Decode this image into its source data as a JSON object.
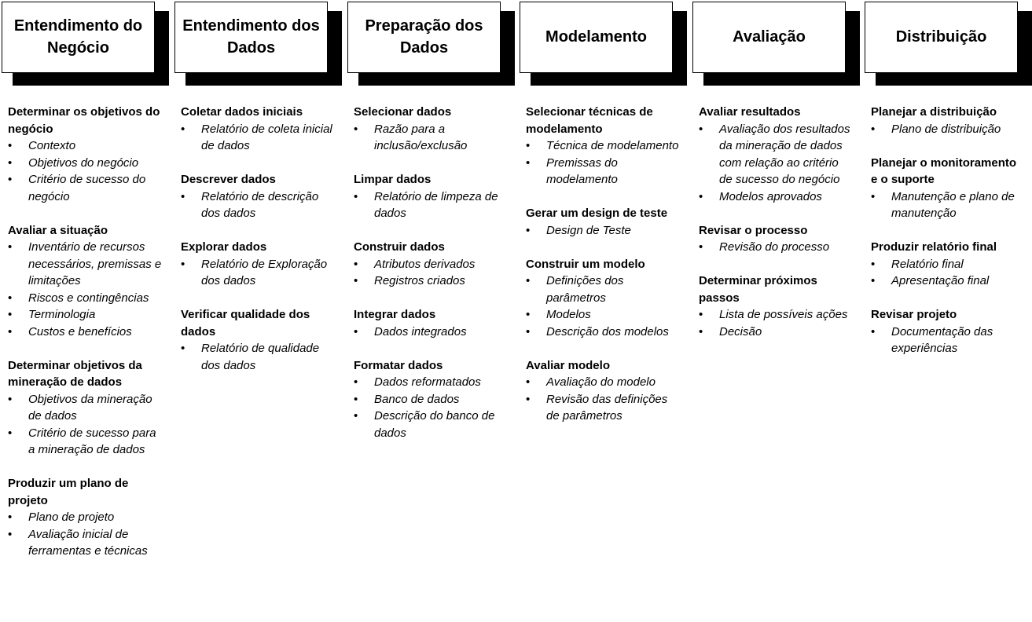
{
  "phases": [
    {
      "title": "Entendimento do Negócio",
      "tasks": [
        {
          "title": "Determinar os objetivos do negócio",
          "outputs": [
            "Contexto",
            "Objetivos do negócio",
            "Critério de sucesso do negócio"
          ]
        },
        {
          "title": "Avaliar a situação",
          "outputs": [
            "Inventário de recursos necessários, premissas e limitações",
            "Riscos e contingências",
            "Terminologia",
            "Custos e benefícios"
          ]
        },
        {
          "title": "Determinar objetivos da mineração de dados",
          "outputs": [
            "Objetivos da mineração de dados",
            "Critério de sucesso para a mineração de dados"
          ]
        },
        {
          "title": "Produzir um plano de projeto",
          "outputs": [
            "Plano de projeto",
            "Avaliação inicial de ferramentas e técnicas"
          ]
        }
      ]
    },
    {
      "title": "Entendimento dos Dados",
      "tasks": [
        {
          "title": "Coletar dados iniciais",
          "outputs": [
            "Relatório de coleta inicial de dados"
          ]
        },
        {
          "title": "Descrever dados",
          "outputs": [
            "Relatório de descrição dos dados"
          ]
        },
        {
          "title": "Explorar dados",
          "outputs": [
            "Relatório de Exploração dos dados"
          ]
        },
        {
          "title": "Verificar qualidade dos dados",
          "outputs": [
            "Relatório de qualidade dos dados"
          ]
        }
      ]
    },
    {
      "title": "Preparação dos Dados",
      "tasks": [
        {
          "title": "Selecionar dados",
          "outputs": [
            "Razão para a inclusão/exclusão"
          ]
        },
        {
          "title": "Limpar dados",
          "outputs": [
            "Relatório de limpeza de dados"
          ]
        },
        {
          "title": "Construir dados",
          "outputs": [
            "Atributos derivados",
            "Registros criados"
          ]
        },
        {
          "title": "Integrar dados",
          "outputs": [
            "Dados integrados"
          ]
        },
        {
          "title": "Formatar dados",
          "outputs": [
            "Dados reformatados",
            "Banco de dados",
            "Descrição do banco de dados"
          ]
        }
      ]
    },
    {
      "title": "Modelamento",
      "tasks": [
        {
          "title": "Selecionar técnicas de modelamento",
          "outputs": [
            "Técnica de modelamento",
            "Premissas do modelamento"
          ]
        },
        {
          "title": "Gerar um design de teste",
          "outputs": [
            "Design de Teste"
          ]
        },
        {
          "title": "Construir um modelo",
          "outputs": [
            "Definições dos parâmetros",
            "Modelos",
            "Descrição dos modelos"
          ]
        },
        {
          "title": "Avaliar modelo",
          "outputs": [
            "Avaliação do modelo",
            "Revisão das definições de parâmetros"
          ]
        }
      ]
    },
    {
      "title": "Avaliação",
      "tasks": [
        {
          "title": "Avaliar resultados",
          "outputs": [
            "Avaliação dos resultados da mineração de dados com relação ao critério de sucesso do negócio",
            "Modelos aprovados"
          ]
        },
        {
          "title": "Revisar o processo",
          "outputs": [
            "Revisão do processo"
          ]
        },
        {
          "title": "Determinar próximos passos",
          "outputs": [
            "Lista de possíveis ações",
            "Decisão"
          ]
        }
      ]
    },
    {
      "title": "Distribuição",
      "tasks": [
        {
          "title": "Planejar a distribuição",
          "outputs": [
            "Plano de distribuição"
          ]
        },
        {
          "title": "Planejar o monitoramento e o suporte",
          "outputs": [
            "Manutenção e plano de manutenção"
          ]
        },
        {
          "title": "Produzir relatório final",
          "outputs": [
            "Relatório final",
            "Apresentação final"
          ]
        },
        {
          "title": "Revisar projeto",
          "outputs": [
            "Documentação das experiências"
          ]
        }
      ]
    }
  ]
}
